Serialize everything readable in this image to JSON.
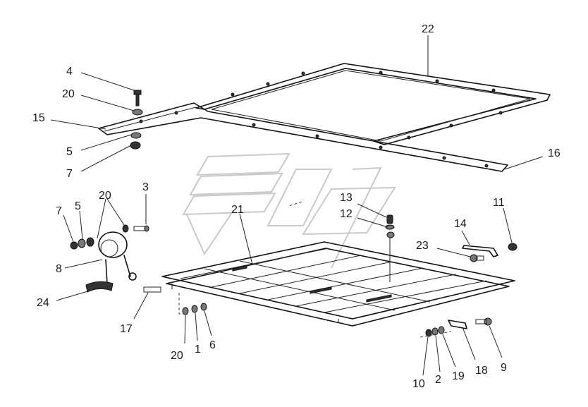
{
  "diagram": {
    "type": "exploded-parts-drawing",
    "callouts": [
      {
        "id": "c22",
        "text": "22"
      },
      {
        "id": "c4",
        "text": "4"
      },
      {
        "id": "c20a",
        "text": "20"
      },
      {
        "id": "c15",
        "text": "15"
      },
      {
        "id": "c5a",
        "text": "5"
      },
      {
        "id": "c7a",
        "text": "7"
      },
      {
        "id": "c16",
        "text": "16"
      },
      {
        "id": "c3",
        "text": "3"
      },
      {
        "id": "c20b",
        "text": "20"
      },
      {
        "id": "c7b",
        "text": "7"
      },
      {
        "id": "c5b",
        "text": "5"
      },
      {
        "id": "c21",
        "text": "21"
      },
      {
        "id": "c13",
        "text": "13"
      },
      {
        "id": "c12",
        "text": "12"
      },
      {
        "id": "c11",
        "text": "11"
      },
      {
        "id": "c14",
        "text": "14"
      },
      {
        "id": "c23",
        "text": "23"
      },
      {
        "id": "c8",
        "text": "8"
      },
      {
        "id": "c24",
        "text": "24"
      },
      {
        "id": "c17",
        "text": "17"
      },
      {
        "id": "c20c",
        "text": "20"
      },
      {
        "id": "c1",
        "text": "1"
      },
      {
        "id": "c6",
        "text": "6"
      },
      {
        "id": "c9",
        "text": "9"
      },
      {
        "id": "c18",
        "text": "18"
      },
      {
        "id": "c19",
        "text": "19"
      },
      {
        "id": "c2",
        "text": "2"
      },
      {
        "id": "c10",
        "text": "10"
      }
    ]
  }
}
